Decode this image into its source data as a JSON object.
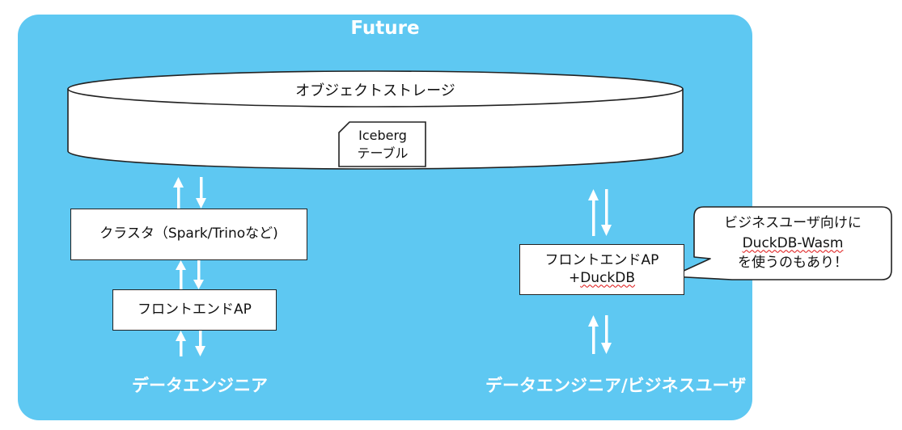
{
  "panel": {
    "title": "Future",
    "fill": "#5ec8f2"
  },
  "storage": {
    "label": "オブジェクトストレージ",
    "table_line1": "Iceberg",
    "table_line2": "テーブル"
  },
  "left": {
    "cluster_label": "クラスタ（Spark/Trinoなど)",
    "frontend_label": "フロントエンドAP",
    "user_label": "データエンジニア"
  },
  "right": {
    "frontend_line1": "フロントエンドAP",
    "frontend_line2_prefix": "+",
    "frontend_line2_word": "DuckDB",
    "user_label": "データエンジニア/ビジネスユーザ"
  },
  "callout": {
    "line1": "ビジネスユーザ向けに",
    "line2": "DuckDB-Wasm",
    "line3": "を使うのもあり！"
  },
  "icons": [
    "up-arrow-icon",
    "down-arrow-icon"
  ]
}
